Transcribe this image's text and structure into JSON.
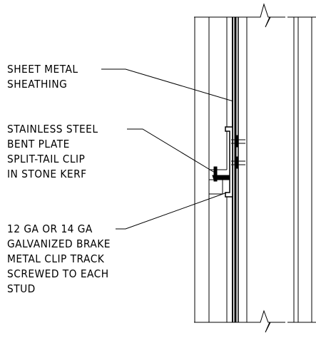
{
  "callouts": [
    {
      "id": "sheathing",
      "lines": [
        "SHEET METAL",
        "SHEATHING"
      ]
    },
    {
      "id": "clip",
      "lines": [
        "STAINLESS STEEL",
        "BENT PLATE",
        "SPLIT-TAIL CLIP",
        "IN STONE KERF"
      ]
    },
    {
      "id": "track",
      "lines": [
        "12 GA OR 14 GA",
        "GALVANIZED BRAKE",
        "METAL CLIP TRACK",
        "SCREWED TO EACH",
        "STUD"
      ]
    }
  ],
  "colors": {
    "line": "#000000",
    "background": "#ffffff"
  }
}
